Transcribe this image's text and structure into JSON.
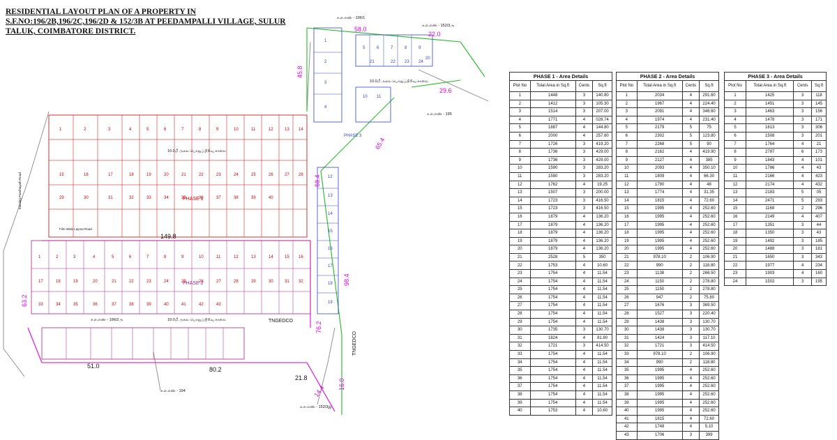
{
  "title": "RESIDENTIAL LAYOUT PLAN OF A PROPERTY IN S.F.NO:196/2B,196/2C,196/2D & 152/3B AT PEEDAMPALLI VILLAGE, SULUR TALUK, COIMBATORE DISTRICT.",
  "plan": {
    "phase1": "PHASE 1",
    "phase2": "PHASE 2",
    "phase3": "PHASE 3",
    "dims": [
      "58.0",
      "22.0",
      "29.6",
      "45.8",
      "68.4",
      "65.4",
      "149.8",
      "63.2",
      "76.2",
      "98.4",
      "51.0",
      "80.2",
      "21.8",
      "14.4",
      "16.0"
    ],
    "tngedco_1": "TNGEDCO",
    "tngedco_2": "TNGEDCO",
    "road_label": "10.0மீ அகல பொதுப்பிரிவு சாலை",
    "sf_196_1": "ச.எ.எண் - 196/1",
    "sf_152_3a": "ச.எ.எண் - 152/3அ",
    "sf_195": "ச.எ.எண் - 195",
    "sf_196_2a": "ச.எ.எண் - 196/2அ",
    "sf_194": "ச.எ.எண் - 194",
    "sf_152_3b": "ச.எ.எண் - 152/3இ",
    "existing_road": "Existing Panchayath Road",
    "layout_road": "Film Wide Layout Road",
    "phase1_plots": [
      "1",
      "2",
      "3",
      "4",
      "5",
      "6",
      "7",
      "8",
      "9",
      "10",
      "11",
      "12",
      "13",
      "14",
      "15",
      "16",
      "17",
      "18",
      "19",
      "20",
      "21",
      "22",
      "23",
      "24",
      "25",
      "26",
      "27",
      "28",
      "29",
      "30",
      "31",
      "32",
      "33",
      "34",
      "35",
      "36",
      "37",
      "38",
      "39",
      "40"
    ],
    "phase2_plots": [
      "1",
      "2",
      "3",
      "4",
      "5",
      "6",
      "7",
      "8",
      "9",
      "10",
      "11",
      "12",
      "13",
      "14",
      "15",
      "16",
      "17",
      "18",
      "19",
      "20",
      "21",
      "22",
      "23",
      "24",
      "25",
      "26",
      "27",
      "28",
      "29",
      "30",
      "31",
      "32",
      "33",
      "34",
      "35",
      "36",
      "37",
      "38",
      "39",
      "40",
      "41",
      "42",
      "43"
    ],
    "phase3_plots": [
      "1",
      "2",
      "3",
      "4",
      "5",
      "6",
      "7",
      "8",
      "9",
      "10",
      "11",
      "12",
      "13",
      "14",
      "15",
      "16",
      "17",
      "18",
      "19",
      "20",
      "21",
      "22",
      "23",
      "24"
    ]
  },
  "tables": [
    {
      "caption": "PHASE 1 - Area Details",
      "headers": [
        "Plot No",
        "Total Area in Sq.ft",
        "Cents",
        "Sq.ft"
      ],
      "rows": [
        [
          "1",
          "1448",
          "3",
          "140.80"
        ],
        [
          "2",
          "1412",
          "3",
          "105.30"
        ],
        [
          "3",
          "1514",
          "3",
          "207.00"
        ],
        [
          "4",
          "1771",
          "4",
          "028.74"
        ],
        [
          "5",
          "1887",
          "4",
          "144.80"
        ],
        [
          "6",
          "2000",
          "4",
          "257.60"
        ],
        [
          "7",
          "1726",
          "3",
          "419.20"
        ],
        [
          "8",
          "1736",
          "3",
          "429.00"
        ],
        [
          "9",
          "1736",
          "3",
          "429.00"
        ],
        [
          "10",
          "1590",
          "3",
          "283.20"
        ],
        [
          "11",
          "1590",
          "3",
          "283.20"
        ],
        [
          "12",
          "1762",
          "4",
          "19.25"
        ],
        [
          "13",
          "1507",
          "3",
          "200.00"
        ],
        [
          "14",
          "1723",
          "3",
          "416.50"
        ],
        [
          "15",
          "1723",
          "3",
          "416.50"
        ],
        [
          "16",
          "1879",
          "4",
          "136.20"
        ],
        [
          "17",
          "1879",
          "4",
          "136.20"
        ],
        [
          "18",
          "1879",
          "4",
          "136.20"
        ],
        [
          "19",
          "1879",
          "4",
          "136.20"
        ],
        [
          "20",
          "1879",
          "4",
          "136.20"
        ],
        [
          "21",
          "2528",
          "5",
          "350"
        ],
        [
          "22",
          "1753",
          "4",
          "10.60"
        ],
        [
          "23",
          "1754",
          "4",
          "11.54"
        ],
        [
          "24",
          "1754",
          "4",
          "11.54"
        ],
        [
          "25",
          "1754",
          "4",
          "11.54"
        ],
        [
          "26",
          "1754",
          "4",
          "11.54"
        ],
        [
          "27",
          "1754",
          "4",
          "11.54"
        ],
        [
          "28",
          "1754",
          "4",
          "11.54"
        ],
        [
          "29",
          "1754",
          "4",
          "11.54"
        ],
        [
          "30",
          "1735",
          "3",
          "130.70"
        ],
        [
          "31",
          "1824",
          "4",
          "81.80"
        ],
        [
          "32",
          "1721",
          "3",
          "414.50"
        ],
        [
          "33",
          "1754",
          "4",
          "11.54"
        ],
        [
          "34",
          "1754",
          "4",
          "11.54"
        ],
        [
          "35",
          "1754",
          "4",
          "11.54"
        ],
        [
          "36",
          "1754",
          "4",
          "11.54"
        ],
        [
          "37",
          "1754",
          "4",
          "11.54"
        ],
        [
          "38",
          "1754",
          "4",
          "11.54"
        ],
        [
          "39",
          "1754",
          "4",
          "11.54"
        ],
        [
          "40",
          "1753",
          "4",
          "10.60"
        ]
      ]
    },
    {
      "caption": "PHASE 2 - Area Details",
      "headers": [
        "Plot No",
        "Total Area in Sq.ft",
        "Cents",
        "Sq.ft"
      ],
      "rows": [
        [
          "1",
          "2034",
          "4",
          "291.60"
        ],
        [
          "2",
          "1967",
          "4",
          "224.40"
        ],
        [
          "3",
          "2091",
          "4",
          "348.60"
        ],
        [
          "4",
          "1974",
          "4",
          "231.40"
        ],
        [
          "5",
          "2179",
          "5",
          "75"
        ],
        [
          "6",
          "2302",
          "5",
          "123.80"
        ],
        [
          "7",
          "2268",
          "5",
          "90"
        ],
        [
          "8",
          "2162",
          "4",
          "419.90"
        ],
        [
          "9",
          "2127",
          "4",
          "385"
        ],
        [
          "10",
          "2093",
          "4",
          "350.10"
        ],
        [
          "11",
          "1809",
          "4",
          "66.30"
        ],
        [
          "12",
          "1790",
          "4",
          "48"
        ],
        [
          "13",
          "1774",
          "4",
          "31.35"
        ],
        [
          "14",
          "1815",
          "4",
          "72.60"
        ],
        [
          "15",
          "1995",
          "4",
          "252.60"
        ],
        [
          "16",
          "1995",
          "4",
          "252.60"
        ],
        [
          "17",
          "1995",
          "4",
          "252.60"
        ],
        [
          "18",
          "1995",
          "4",
          "252.60"
        ],
        [
          "19",
          "1995",
          "4",
          "252.60"
        ],
        [
          "20",
          "1995",
          "4",
          "252.60"
        ],
        [
          "21",
          "978.10",
          "2",
          "106.90"
        ],
        [
          "22",
          "990",
          "2",
          "118.80"
        ],
        [
          "23",
          "1138",
          "2",
          "266.50"
        ],
        [
          "24",
          "1150",
          "2",
          "278.80"
        ],
        [
          "25",
          "1150",
          "2",
          "278.80"
        ],
        [
          "26",
          "947",
          "2",
          "75.80"
        ],
        [
          "27",
          "1676",
          "3",
          "369.50"
        ],
        [
          "28",
          "1527",
          "3",
          "220.40"
        ],
        [
          "29",
          "1438",
          "3",
          "130.70"
        ],
        [
          "30",
          "1438",
          "3",
          "130.70"
        ],
        [
          "31",
          "1424",
          "3",
          "117.10"
        ],
        [
          "32",
          "1721",
          "3",
          "414.50"
        ],
        [
          "33",
          "978.10",
          "2",
          "106.90"
        ],
        [
          "34",
          "990",
          "2",
          "118.80"
        ],
        [
          "35",
          "1995",
          "4",
          "252.60"
        ],
        [
          "36",
          "1995",
          "4",
          "252.60"
        ],
        [
          "37",
          "1995",
          "4",
          "252.60"
        ],
        [
          "38",
          "1995",
          "4",
          "252.60"
        ],
        [
          "39",
          "1995",
          "4",
          "252.60"
        ],
        [
          "40",
          "1995",
          "4",
          "252.60"
        ],
        [
          "41",
          "1815",
          "4",
          "72.60"
        ],
        [
          "42",
          "1748",
          "4",
          "5.10"
        ],
        [
          "43",
          "1706",
          "3",
          "399"
        ]
      ]
    },
    {
      "caption": "PHASE 3 - Area Details",
      "headers": [
        "Plot No",
        "Total Area in Sq.ft",
        "Cents",
        "Sq.ft"
      ],
      "rows": [
        [
          "1",
          "1425",
          "3",
          "118"
        ],
        [
          "2",
          "1451",
          "3",
          "145"
        ],
        [
          "3",
          "1463",
          "3",
          "156"
        ],
        [
          "4",
          "1478",
          "3",
          "171"
        ],
        [
          "5",
          "1613",
          "3",
          "306"
        ],
        [
          "6",
          "1508",
          "3",
          "201"
        ],
        [
          "7",
          "1764",
          "4",
          "21"
        ],
        [
          "8",
          "2787",
          "6",
          "173"
        ],
        [
          "9",
          "1843",
          "4",
          "101"
        ],
        [
          "10",
          "1786",
          "4",
          "43"
        ],
        [
          "11",
          "2166",
          "4",
          "423"
        ],
        [
          "12",
          "2174",
          "4",
          "432"
        ],
        [
          "13",
          "2183",
          "5",
          "05"
        ],
        [
          "14",
          "2471",
          "5",
          "293"
        ],
        [
          "15",
          "1168",
          "2",
          "296"
        ],
        [
          "16",
          "2149",
          "4",
          "407"
        ],
        [
          "17",
          "1351",
          "3",
          "44"
        ],
        [
          "18",
          "1350",
          "3",
          "43"
        ],
        [
          "19",
          "1492",
          "3",
          "185"
        ],
        [
          "20",
          "1488",
          "3",
          "181"
        ],
        [
          "21",
          "1650",
          "3",
          "343"
        ],
        [
          "22",
          "1977",
          "4",
          "234"
        ],
        [
          "23",
          "1903",
          "4",
          "160"
        ],
        [
          "24",
          "1502",
          "3",
          "195"
        ]
      ]
    }
  ]
}
